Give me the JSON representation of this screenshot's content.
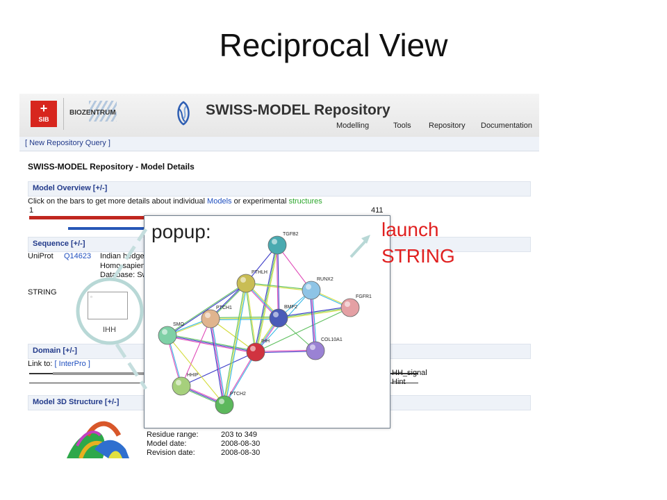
{
  "slide": {
    "title": "Reciprocal View",
    "popup_label": "popup:",
    "launch_label": "launch\nSTRING"
  },
  "header": {
    "sib_logo_text": "SIB",
    "biozentrum_text": "BIOZENTRUM",
    "app_title": "SWISS-MODEL Repository",
    "nav": [
      "Modelling",
      "Tools",
      "Repository",
      "Documentation"
    ]
  },
  "subnav": {
    "query_link": "[ New Repository Query ]"
  },
  "page": {
    "heading": "SWISS-MODEL Repository - Model Details",
    "overview_section": "Model Overview [+/-]",
    "overview_text_1": "Click on the bars to get more details about individual ",
    "overview_link_models": "Models",
    "overview_text_2": " or experimental ",
    "overview_link_structures": "structures",
    "scale_start": "1",
    "scale_end": "411",
    "sequence_section": "Sequence [+/-]",
    "uniprot_label": "UniProt",
    "uniprot_id": "Q14623",
    "uniprot_desc_1": "Indian hedgel",
    "uniprot_desc_2": "Homo sapien",
    "uniprot_desc_3": "Database: Sw",
    "string_label": "STRING",
    "string_thumb_caption": "IHH",
    "domain_section": "Domain [+/-]",
    "link_to_label": "Link to: ",
    "interpro_link": "[ InterPro ]",
    "domain_hh_signal": "HH_signal",
    "domain_hint": "Hint",
    "model3d_section": "Model 3D Structure [+/-]",
    "residue_range_label": "Residue range:",
    "residue_range_value": "203 to 349",
    "model_date_label": "Model date:",
    "model_date_value": "2008-08-30",
    "revision_date_label": "Revision date:",
    "revision_date_value": "2008-08-30"
  },
  "network": {
    "nodes": [
      {
        "id": "TGFB2",
        "label": "TGFB2",
        "color": "#4aaab0"
      },
      {
        "id": "PTHLH",
        "label": "PTHLH",
        "color": "#c9bd55"
      },
      {
        "id": "RUNX2",
        "label": "RUNX2",
        "color": "#8ec4e6"
      },
      {
        "id": "FGFR1",
        "label": "FGFR1",
        "color": "#e4a0a4"
      },
      {
        "id": "PTCH1",
        "label": "PTCH1",
        "color": "#e0b48e"
      },
      {
        "id": "BMP2",
        "label": "BMP2",
        "color": "#4a5bb8"
      },
      {
        "id": "SMO",
        "label": "SMO",
        "color": "#7fd0a6"
      },
      {
        "id": "IHH",
        "label": "IHH",
        "color": "#d03340"
      },
      {
        "id": "COL10A1",
        "label": "COL10A1",
        "color": "#9a82d4"
      },
      {
        "id": "HHIP",
        "label": "HHIP",
        "color": "#a6d07c"
      },
      {
        "id": "PTCH2",
        "label": "PTCH2",
        "color": "#5cb85c"
      }
    ],
    "edges": [
      [
        "IHH",
        "PTCH1"
      ],
      [
        "IHH",
        "PTCH2"
      ],
      [
        "IHH",
        "SMO"
      ],
      [
        "IHH",
        "HHIP"
      ],
      [
        "IHH",
        "PTHLH"
      ],
      [
        "IHH",
        "BMP2"
      ],
      [
        "IHH",
        "RUNX2"
      ],
      [
        "IHH",
        "COL10A1"
      ],
      [
        "IHH",
        "TGFB2"
      ],
      [
        "IHH",
        "FGFR1"
      ],
      [
        "PTCH1",
        "SMO"
      ],
      [
        "PTCH1",
        "PTCH2"
      ],
      [
        "PTCH1",
        "HHIP"
      ],
      [
        "PTCH1",
        "PTHLH"
      ],
      [
        "PTCH1",
        "BMP2"
      ],
      [
        "SMO",
        "PTCH2"
      ],
      [
        "SMO",
        "HHIP"
      ],
      [
        "HHIP",
        "PTCH2"
      ],
      [
        "PTHLH",
        "TGFB2"
      ],
      [
        "PTHLH",
        "RUNX2"
      ],
      [
        "PTHLH",
        "BMP2"
      ],
      [
        "BMP2",
        "RUNX2"
      ],
      [
        "BMP2",
        "TGFB2"
      ],
      [
        "BMP2",
        "FGFR1"
      ],
      [
        "BMP2",
        "COL10A1"
      ],
      [
        "RUNX2",
        "FGFR1"
      ],
      [
        "RUNX2",
        "COL10A1"
      ],
      [
        "TGFB2",
        "RUNX2"
      ],
      [
        "PTHLH",
        "SMO"
      ],
      [
        "PTCH2",
        "PTHLH"
      ]
    ]
  }
}
